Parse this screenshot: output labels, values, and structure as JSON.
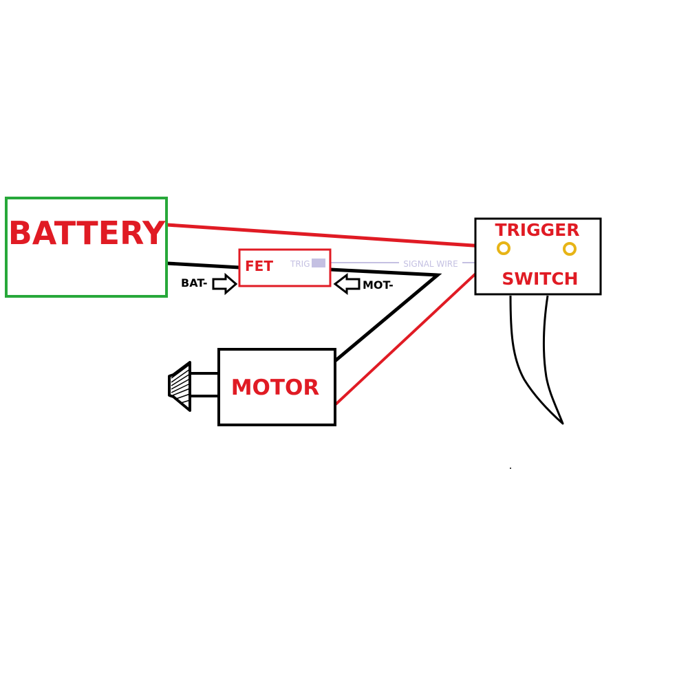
{
  "colors": {
    "positive_wire": "#e01b24",
    "negative_wire": "#000000",
    "battery_border": "#27a83a",
    "label_red": "#e01b24",
    "signal_wire": "#c4c0e2",
    "terminal": "#e7b416",
    "outline": "#000000"
  },
  "battery": {
    "label": "BATTERY"
  },
  "fet": {
    "label": "FET",
    "trig_label": "TRIG"
  },
  "signal_wire": {
    "label": "SIGNAL WIRE"
  },
  "bat_neg": {
    "label": "BAT-"
  },
  "mot_neg": {
    "label": "MOT-"
  },
  "motor": {
    "label": "MOTOR"
  },
  "trigger_switch": {
    "line1": "TRIGGER",
    "line2": "SWITCH"
  }
}
